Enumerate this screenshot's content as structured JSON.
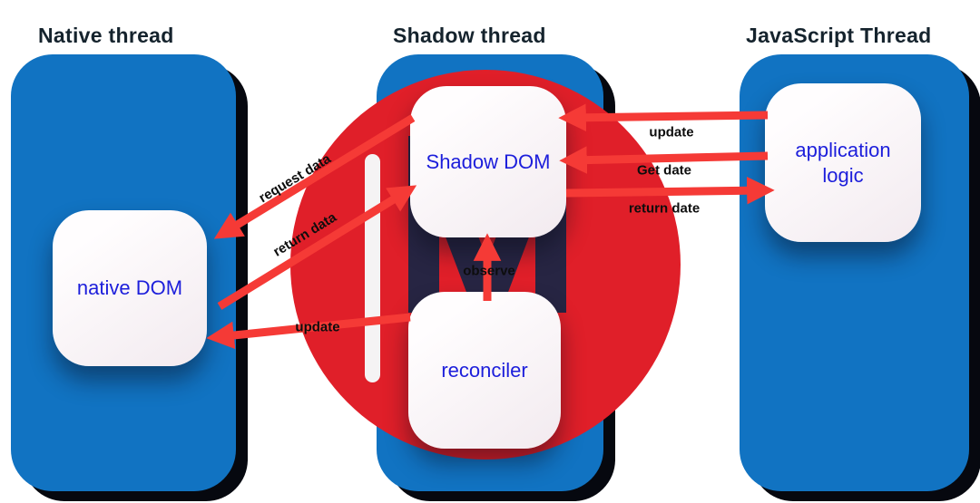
{
  "titles": {
    "native": "Native thread",
    "shadow": "Shadow thread",
    "js": "JavaScript Thread"
  },
  "boxes": {
    "native_dom": "native DOM",
    "shadow_dom": "Shadow DOM",
    "reconciler": "reconciler",
    "app_logic": "application logic"
  },
  "arrow_labels": {
    "request_data": "request data",
    "return_data": "return data",
    "update_left": "update",
    "observe": "observe",
    "update_right": "update",
    "get_date": "Get date",
    "return_date": "return date"
  },
  "colors": {
    "panel_blue": "#1173c2",
    "circle_red": "#e01f29",
    "arrow_red": "#f53a36",
    "box_text_indigo": "#1c1edb",
    "title_dark": "#15232d",
    "watermark_navy": "#182646"
  }
}
